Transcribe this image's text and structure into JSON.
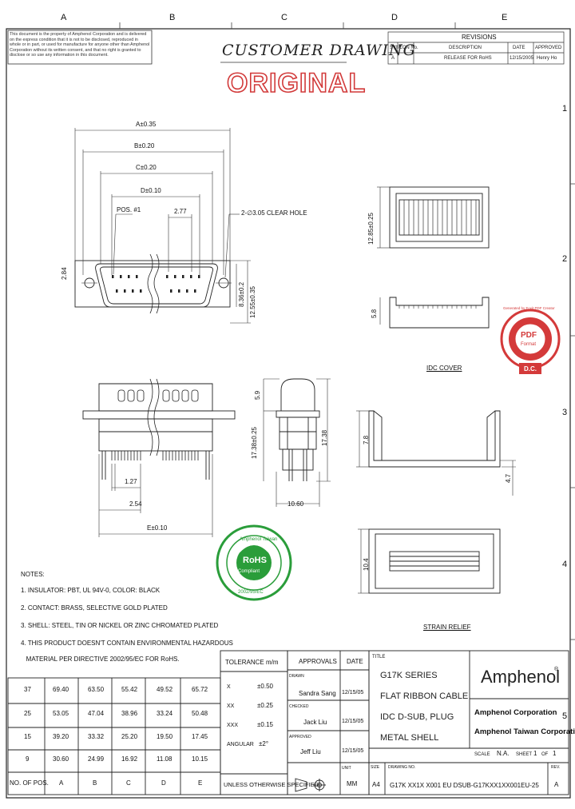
{
  "border": {
    "col_labels": [
      "A",
      "B",
      "C",
      "D",
      "E"
    ],
    "row_labels": [
      "1",
      "2",
      "3",
      "4",
      "5"
    ]
  },
  "header": {
    "title": "CUSTOMER  DRAWING",
    "stamp": "ORIGINAL"
  },
  "disclaimer": "This document is the property of Amphenol Corporation and is delivered on the express condition that it is not to be disclosed, reproduced in whole or in part, or used for manufacture for anyone other than Amphenol Corporation without its written consent, and that no right is granted to disclose or so use any information in this document.",
  "revisions": {
    "heading": "REVISIONS",
    "columns": [
      "SYM",
      "ECN No.",
      "DESCRIPTION",
      "DATE",
      "APPROVED"
    ],
    "rows": [
      {
        "sym": "A",
        "ecn": "",
        "desc": "RELEASE FOR RoHS",
        "date": "12/15/2005",
        "approved": "Henry Ho"
      }
    ]
  },
  "dimensions": {
    "a": "A±0.35",
    "b": "B±0.20",
    "c": "C±0.20",
    "d": "D±0.10",
    "pos1": "POS. #1",
    "pitch": "2.77",
    "holes": "2-∅3.05 CLEAR HOLE",
    "h1": "2.84",
    "h2": "8.36±0.2",
    "h3": "12.55±0.35",
    "side1": "5.9",
    "side2": "17.38±0.25",
    "side3": "17.38",
    "pitch2": "1.27",
    "pitch3": "2.54",
    "e": "E±0.10",
    "width": "10.60",
    "idc_h": "12.85±0.25",
    "idc_cover_h": "5.8",
    "strain_h1": "7.8",
    "strain_h2": "4.7",
    "relief_h": "10.4"
  },
  "labels": {
    "idc_cover": "IDC COVER",
    "strain_relief": "STRAIN RELIEF"
  },
  "notes": {
    "heading": "NOTES:",
    "items": [
      "1. INSULATOR: PBT, UL 94V-0, COLOR: BLACK",
      "2. CONTACT: BRASS, SELECTIVE GOLD PLATED",
      "3. SHELL: STEEL, TIN OR NICKEL OR ZINC CHROMATED PLATED",
      "4. THIS PRODUCT DOESN'T CONTAIN ENVIRONMENTAL HAZARDOUS",
      "   MATERIAL PER DIRECTIVE 2002/95/EC FOR RoHS."
    ]
  },
  "rohs_seal": {
    "text": "Amphenol Taiwan",
    "inner": "RoHS",
    "sub": "Compliant",
    "year": "2002/95/EC"
  },
  "pdf_seal": {
    "text": "Generated by Foxit PDF Creator",
    "inner": "PDF",
    "sub": "Format",
    "footer": "D.C."
  },
  "pos_table": {
    "columns": [
      "NO. OF POS.",
      "A",
      "B",
      "C",
      "D",
      "E"
    ],
    "rows": [
      [
        "37",
        "69.40",
        "63.50",
        "55.42",
        "49.52",
        "65.72"
      ],
      [
        "25",
        "53.05",
        "47.04",
        "38.96",
        "33.24",
        "50.48"
      ],
      [
        "15",
        "39.20",
        "33.32",
        "25.20",
        "19.50",
        "17.45"
      ],
      [
        "9",
        "30.60",
        "24.99",
        "16.92",
        "11.08",
        "10.15"
      ]
    ]
  },
  "tolerance": {
    "heading": "TOLERANCE m/m",
    "rows": [
      {
        "label": "X",
        "value": "±0.50"
      },
      {
        "label": "XX",
        "value": "±0.25"
      },
      {
        "label": "XXX",
        "value": "±0.15"
      },
      {
        "label": "ANGULAR",
        "value": "±2°"
      }
    ],
    "footer": "UNLESS OTHERWISE SPECIFIED"
  },
  "approvals": {
    "col1": "APPROVALS",
    "col2": "DATE",
    "rows": [
      {
        "role": "DRAWN",
        "name": "Sandra Sang",
        "date": "12/15/05"
      },
      {
        "role": "CHECKED",
        "name": "Jack Liu",
        "date": "12/15/05"
      },
      {
        "role": "APPROVED",
        "name": "Jeff Liu",
        "date": "12/15/05"
      }
    ],
    "unit_label": "UNIT",
    "unit": "MM"
  },
  "title_block": {
    "title_label": "TITLE",
    "lines": [
      "G17K SERIES",
      "FLAT RIBBON CABLE",
      "IDC D-SUB, PLUG",
      "METAL SHELL"
    ],
    "brand": "Amphenol",
    "corp1": "Amphenol Corporation",
    "corp2": "Amphenol Taiwan Corporation",
    "size_label": "SIZE",
    "size": "A4",
    "drawing_no_label": "DRAWING NO.",
    "drawing_no": "G17K XX1X X001 EU DSUB-G17KXX1XX001EU-25",
    "rev_label": "REV.",
    "rev": "A",
    "scale_label": "SCALE",
    "scale": "N.A.",
    "sheet_label": "SHEET",
    "sheet": "1",
    "of": "OF",
    "sheets": "1"
  }
}
